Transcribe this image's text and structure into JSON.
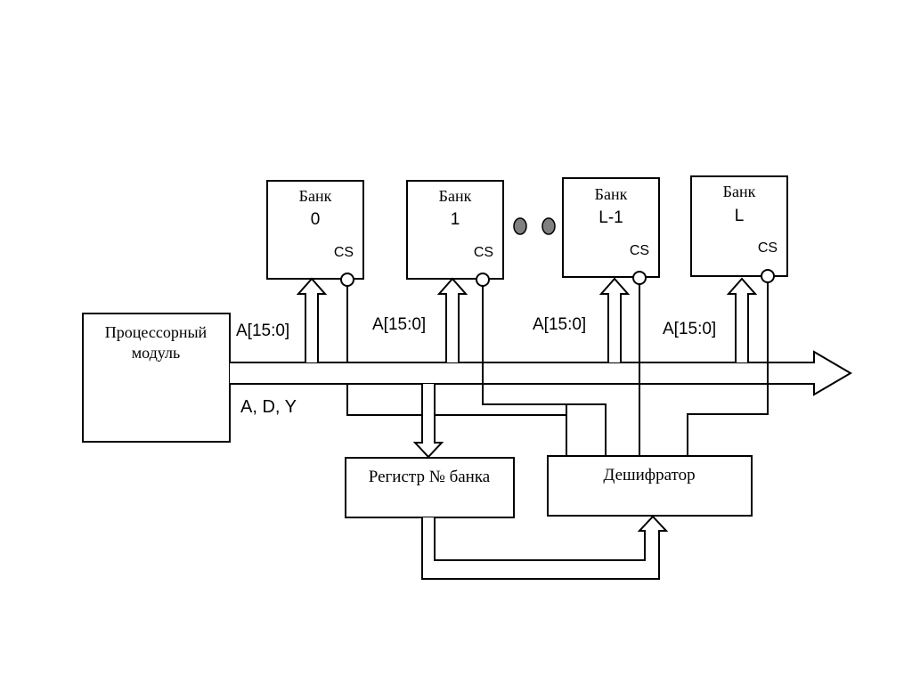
{
  "processor": {
    "line1": "Процессорный",
    "line2": "модуль"
  },
  "bus_label": "A, D, Y",
  "banks": [
    {
      "title": "Банк",
      "number": "0",
      "cs": "CS",
      "address": "A[15:0]"
    },
    {
      "title": "Банк",
      "number": "1",
      "cs": "CS",
      "address": "A[15:0]"
    },
    {
      "title": "Банк",
      "number": "L-1",
      "cs": "CS",
      "address": "A[15:0]"
    },
    {
      "title": "Банк",
      "number": "L",
      "cs": "CS",
      "address": "A[15:0]"
    }
  ],
  "register": {
    "label": "Регистр № банка"
  },
  "decoder": {
    "label": "Дешифратор"
  },
  "colors": {
    "stroke": "#000000",
    "ellipsis_dot": "#808080",
    "background": "#ffffff"
  }
}
